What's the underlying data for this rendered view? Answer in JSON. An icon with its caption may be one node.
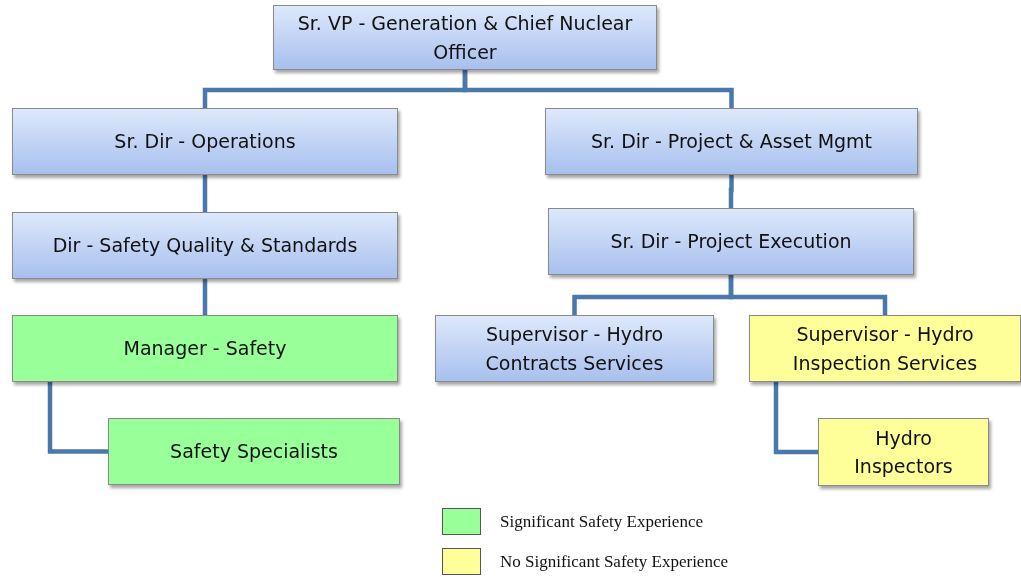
{
  "diagram": {
    "nodes": [
      {
        "text": [
          "Sr. VP - Generation & Chief Nuclear Officer"
        ]
      },
      {
        "text": [
          "Sr. Dir -  Operations"
        ]
      },
      {
        "text": [
          "Sr. Dir -  Project & Asset Mgmt"
        ]
      },
      {
        "text": [
          "Dir - Safety Quality & Standards"
        ]
      },
      {
        "text": [
          "Sr. Dir -  Project Execution"
        ]
      },
      {
        "text": [
          "Manager - Safety"
        ]
      },
      {
        "text": [
          "Supervisor  - Hydro Contracts Services"
        ]
      },
      {
        "text": [
          "Supervisor - Hydro Inspection Services"
        ]
      },
      {
        "text": [
          "Safety Specialists"
        ]
      },
      {
        "text": [
          "Hydro Inspectors"
        ]
      }
    ],
    "edges": [
      {
        "from": 0,
        "to": 1,
        "arrow": "none"
      },
      {
        "from": 0,
        "to": 2,
        "arrow": "none"
      },
      {
        "from": 1,
        "to": 3,
        "arrow": "none"
      },
      {
        "from": 3,
        "to": 5,
        "arrow": "none"
      },
      {
        "from": 5,
        "to": 8,
        "arrow": "none"
      },
      {
        "from": 2,
        "to": 4,
        "arrow": "none"
      },
      {
        "from": 4,
        "to": 6,
        "arrow": "none"
      },
      {
        "from": 4,
        "to": 7,
        "arrow": "none"
      },
      {
        "from": 7,
        "to": 9,
        "arrow": "none"
      }
    ],
    "legend": [
      {
        "text": "Significant Safety Experience",
        "color": "#99ff99"
      },
      {
        "text": "No Significant Safety Experience",
        "color": "#ffff99"
      }
    ]
  }
}
